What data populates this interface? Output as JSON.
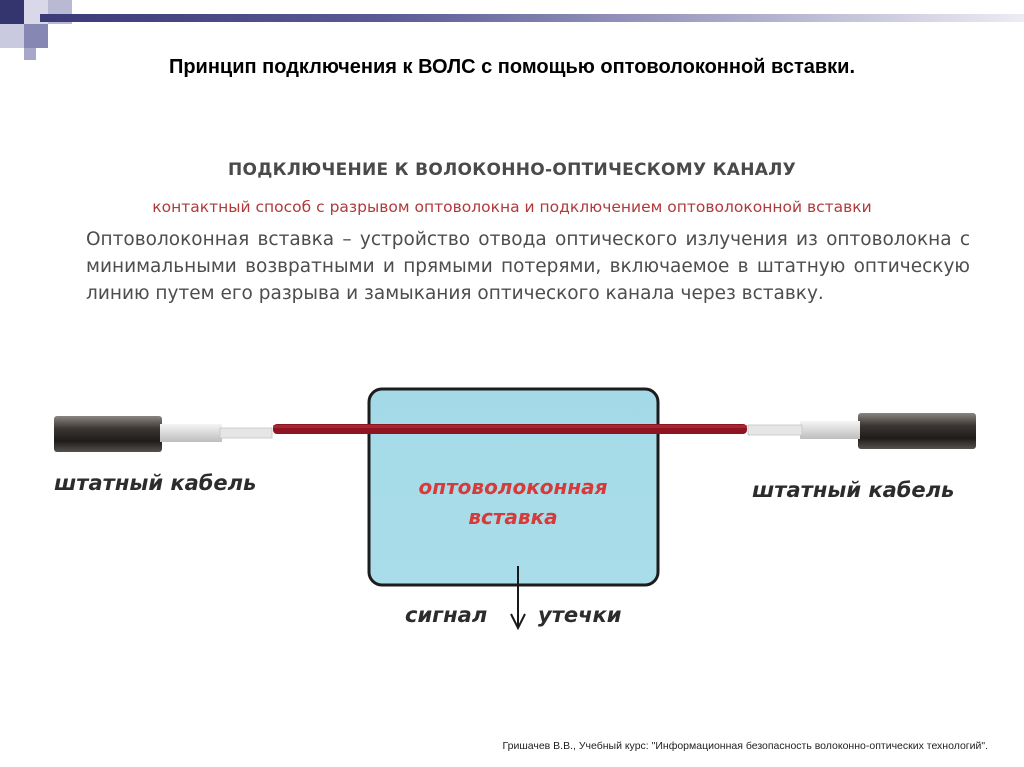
{
  "slide": {
    "title": "Принцип подключения к ВОЛС с помощью оптоволоконной вставки.",
    "footer": "Гришачев В.В., Учебный курс: \"Информационная безопасность волоконно-оптических технологий\"."
  },
  "figure": {
    "heading": "ПОДКЛЮЧЕНИЕ К ВОЛОКОННО-ОПТИЧЕСКОМУ КАНАЛУ",
    "subheading": "контактный способ с разрывом оптоволокна и подключением оптоволоконной вставки",
    "definition": "Оптоволоконная вставка – устройство отвода оптического излучения из оптоволокна с минимальными возвратными и прямыми потерями, включаемое в штатную оптическую линию путем его разрыва и замыкания оптического канала через вставку.",
    "left_cable_label": "штатный кабель",
    "right_cable_label": "штатный кабель",
    "insert_label_line1": "оптоволоконная",
    "insert_label_line2": "вставка",
    "signal_label": "сигнал",
    "leak_label": "утечки"
  },
  "colors": {
    "header_bar": "#3a3a78",
    "insert_box_fill": "#a8dce8",
    "fiber_red": "#8e1422",
    "subheading_red": "#b03a3a",
    "insert_text_red": "#d63a3a"
  }
}
